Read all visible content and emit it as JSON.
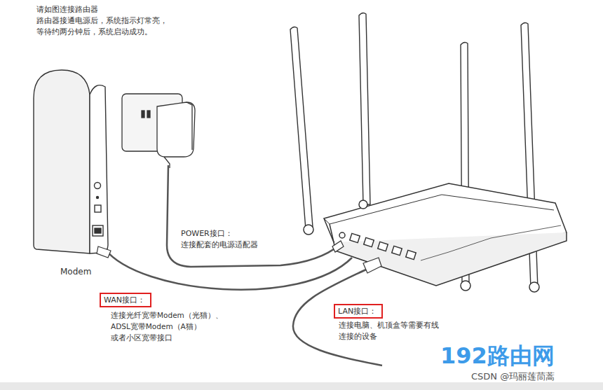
{
  "diagram": {
    "title": "请如图连接路由器",
    "nodes": [
      {
        "text": [
          "WAN接口："
        ]
      },
      {
        "text": [
          "LAN接口："
        ]
      }
    ],
    "labels": [
      "路由器接通电源后，系统指示灯常亮， 等待约两分钟后，系统启动成功。",
      "Modem",
      "POWER接口：",
      "连接配套的电源适配器",
      "连接光纤宽带Modem（光猫）、 ADSL宽带Modem（A猫） 或者小区宽带接口",
      "连接电脑、机顶盒等需要有线 连接的设备",
      "192路由网",
      "CSDN @玛丽莲茼蒿"
    ]
  }
}
